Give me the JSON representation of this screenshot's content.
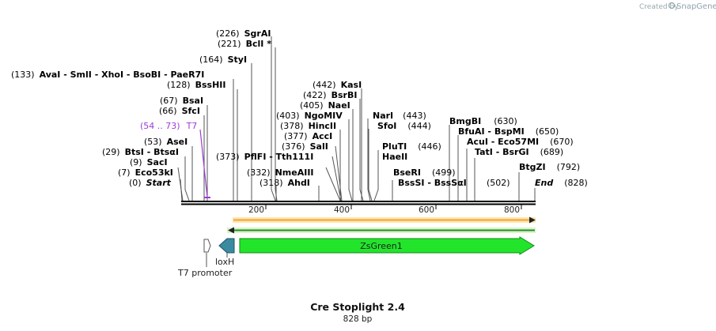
{
  "credit": {
    "prefix": "Created by",
    "brand": "SnapGene"
  },
  "title": "Cre Stoplight 2.4",
  "subtitle": "828 bp",
  "sequence_length": 828,
  "ruler_ticks": [
    "200",
    "400",
    "600",
    "800"
  ],
  "labels": [
    {
      "num": "(226)",
      "name": "SgrAI",
      "pos": 226
    },
    {
      "num": "(221)",
      "name": "BclI *",
      "pos": 221
    },
    {
      "num": "(164)",
      "name": "StyI",
      "pos": 164
    },
    {
      "num": "(133)",
      "name": "AvaI - SmlI - XhoI - BsoBI - PaeR7I",
      "pos": 133
    },
    {
      "num": "(128)",
      "name": "BssHII",
      "pos": 128
    },
    {
      "num": "(67)",
      "name": "BsaI",
      "pos": 67
    },
    {
      "num": "(66)",
      "name": "SfcI",
      "pos": 66
    },
    {
      "num": "(54 .. 73)",
      "name": "T7",
      "pos": 63
    },
    {
      "num": "(53)",
      "name": "AseI",
      "pos": 53
    },
    {
      "num": "(29)",
      "name": "BtsI - BtsαI",
      "pos": 29
    },
    {
      "num": "(9)",
      "name": "SacI",
      "pos": 9
    },
    {
      "num": "(7)",
      "name": "Eco53kI",
      "pos": 7
    },
    {
      "num": "(0)",
      "name": "Start",
      "pos": 0
    },
    {
      "num": "(442)",
      "name": "KasI",
      "pos": 442
    },
    {
      "num": "(422)",
      "name": "BsrBI",
      "pos": 422
    },
    {
      "num": "(405)",
      "name": "NaeI",
      "pos": 405
    },
    {
      "num": "(403)",
      "name": "NgoMIV",
      "pos": 403
    },
    {
      "num": "(378)",
      "name": "HincII",
      "pos": 378
    },
    {
      "num": "(377)",
      "name": "AccI",
      "pos": 377
    },
    {
      "num": "(376)",
      "name": "SalI",
      "pos": 376
    },
    {
      "num": "(373)",
      "name": "PflFI - Tth111I",
      "pos": 373
    },
    {
      "num": "(332)",
      "name": "NmeAIII",
      "pos": 332
    },
    {
      "num": "(318)",
      "name": "AhdI",
      "pos": 318
    },
    {
      "num": "(443)",
      "name": "NarI",
      "pos": 443
    },
    {
      "num": "(444)",
      "name": "SfoI",
      "pos": 444
    },
    {
      "num": "(446)",
      "name": "PluTI",
      "pos": 446
    },
    {
      "num": "",
      "name": "HaeII",
      "pos": 446
    },
    {
      "num": "(499)",
      "name": "BseRI",
      "pos": 499
    },
    {
      "num": "",
      "name": "BssSI - BssSαI",
      "pos": 502
    },
    {
      "num": "(502)",
      "name": "",
      "pos": 502
    },
    {
      "num": "(630)",
      "name": "BmgBI",
      "pos": 630
    },
    {
      "num": "(650)",
      "name": "BfuAI - BspMI",
      "pos": 650
    },
    {
      "num": "(670)",
      "name": "AcuI - Eco57MI",
      "pos": 670
    },
    {
      "num": "(689)",
      "name": "TatI - BsrGI",
      "pos": 689
    },
    {
      "num": "(792)",
      "name": "BtgZI",
      "pos": 792
    },
    {
      "num": "(828)",
      "name": "End",
      "pos": 828
    }
  ],
  "features": [
    {
      "name": "ZsGreen1",
      "type": "CDS",
      "color": "#22e52b"
    },
    {
      "name": "loxH",
      "type": "misc",
      "color": "#3a8aa0"
    },
    {
      "name": "T7 promoter",
      "type": "promoter",
      "color": "#ffffff"
    }
  ],
  "colors": {
    "orf": "#f2a431",
    "orf_highlight": "#ffe6b0",
    "orf2": "#2a8c2a",
    "t7": "#9c3bd6"
  }
}
